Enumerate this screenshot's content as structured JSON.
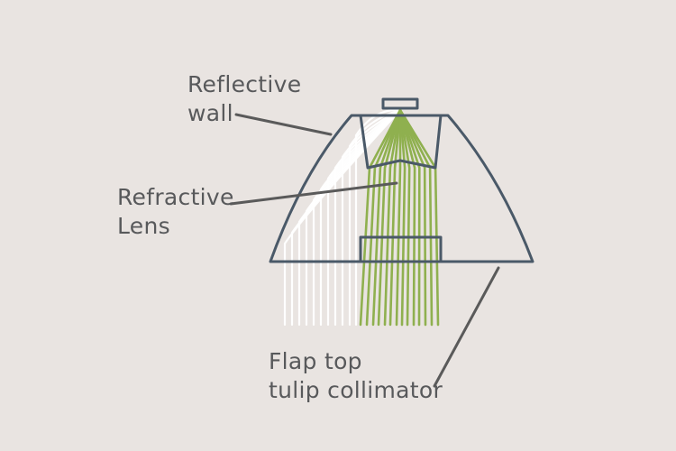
{
  "labels": {
    "reflective_wall": [
      "Reflective",
      "wall"
    ],
    "refractive_lens": [
      "Refractive",
      "Lens"
    ],
    "flap_top": [
      "Flap top",
      "tulip collimator"
    ]
  },
  "colors": {
    "background": "#e9e4e1",
    "outline": "#4a5968",
    "green_rays": "#8fb04f",
    "white_rays": "#ffffff",
    "leader_lines": "#5a5a5a",
    "text": "#58595b"
  }
}
